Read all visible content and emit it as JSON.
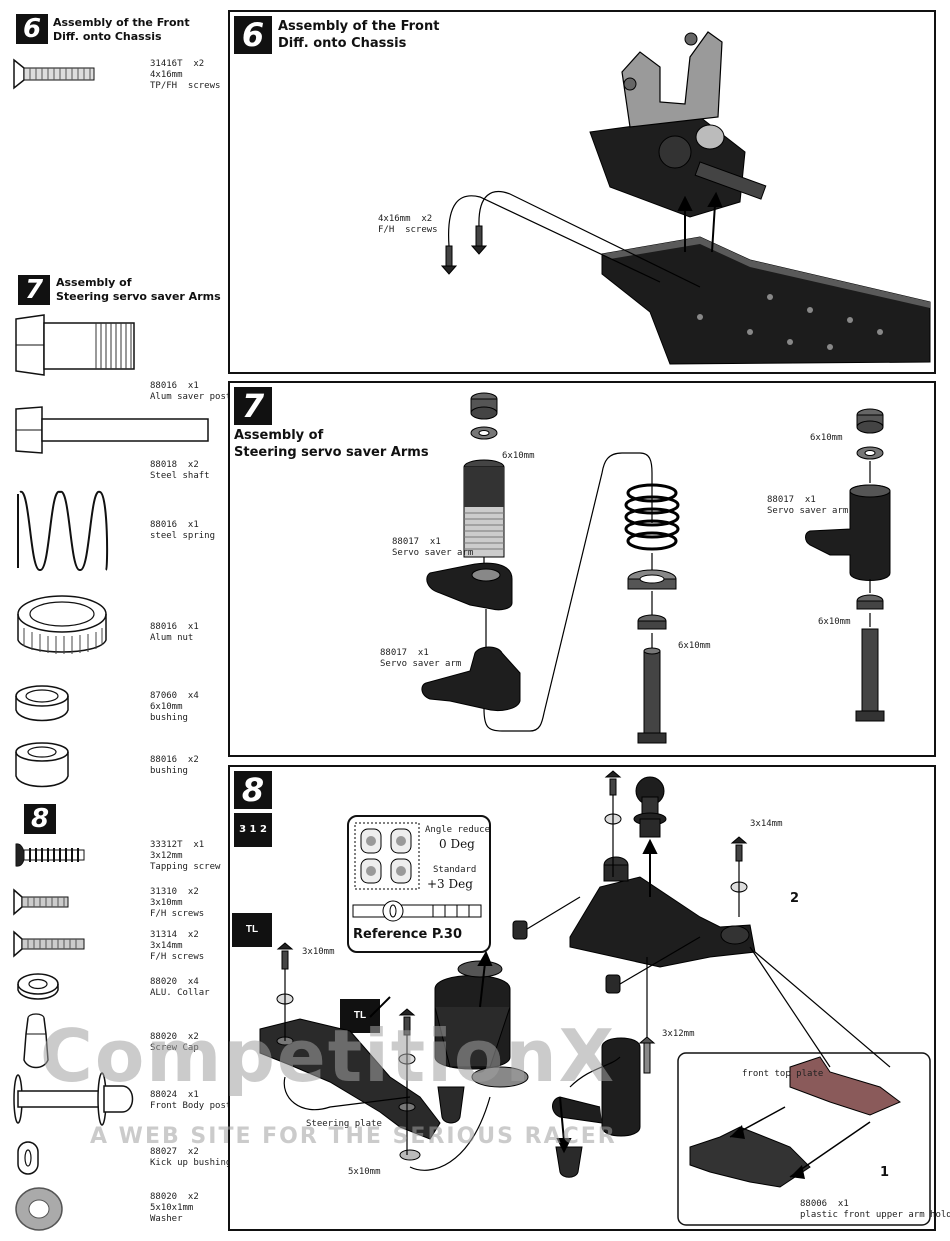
{
  "sidebar": {
    "step6": {
      "number": "6",
      "title_line1": "Assembly of the Front",
      "title_line2": "Diff. onto Chassis",
      "parts": [
        {
          "code": "31416T  x2",
          "desc1": "4x16mm",
          "desc2": "TP/FH  screws"
        }
      ]
    },
    "step7": {
      "number": "7",
      "title_line1": "Assembly of",
      "title_line2": "Steering servo saver Arms",
      "parts": [
        {
          "code": "88016  x1",
          "desc1": "Alum saver post"
        },
        {
          "code": "88018  x2",
          "desc1": "Steel shaft"
        },
        {
          "code": "88016  x1",
          "desc1": "steel spring"
        },
        {
          "code": "88016  x1",
          "desc1": "Alum nut"
        },
        {
          "code": "87060  x4",
          "desc1": "6x10mm",
          "desc2": "bushing"
        },
        {
          "code": "88016  x2",
          "desc1": "bushing"
        }
      ]
    },
    "step8": {
      "number": "8",
      "parts": [
        {
          "code": "33312T  x1",
          "desc1": "3x12mm",
          "desc2": "Tapping screw"
        },
        {
          "code": "31310  x2",
          "desc1": "3x10mm",
          "desc2": "F/H screws"
        },
        {
          "code": "31314  x2",
          "desc1": "3x14mm",
          "desc2": "F/H screws"
        },
        {
          "code": "88020  x4",
          "desc1": "ALU. Collar"
        },
        {
          "code": "88020  x2",
          "desc1": "Screw Cap"
        },
        {
          "code": "88024  x1",
          "desc1": "Front Body post"
        },
        {
          "code": "88027  x2",
          "desc1": "Kick up bushing"
        },
        {
          "code": "88020  x2",
          "desc1": "5x10x1mm",
          "desc2": "Washer"
        }
      ]
    }
  },
  "panel6": {
    "number": "6",
    "title_line1": "Assembly of the Front",
    "title_line2": "Diff. onto Chassis",
    "screw_label1": "4x16mm  x2",
    "screw_label2": "F/H  screws"
  },
  "panel7": {
    "number": "7",
    "title_line1": "Assembly of",
    "title_line2": "Steering servo saver Arms",
    "label_6x10_a": "6x10mm",
    "label_arm_a1": "88017  x1",
    "label_arm_a2": "Servo saver arm",
    "label_arm_b1": "88017  x1",
    "label_arm_b2": "Servo saver arm",
    "label_6x10_b": "6x10mm",
    "label_6x10_c": "6x10mm",
    "label_arm_c1": "88017  x1",
    "label_arm_c2": "Servo saver arm",
    "label_6x10_d": "6x10mm"
  },
  "panel8": {
    "number": "8",
    "order_badge": "3 1 2",
    "ref_angle1": "Angle reduce",
    "ref_angle2": "0 Deg",
    "ref_std1": "Standard",
    "ref_std2": "+3 Deg",
    "ref_title": "Reference  P.30",
    "tl_badge": "TL",
    "label_3x10": "3x10mm",
    "label_3x14": "3x14mm",
    "label_3x12": "3x12mm",
    "label_steering": "Steering plate",
    "label_5x10": "5x10mm",
    "label_two": "2",
    "label_one": "1",
    "label_front_top": "front top plate",
    "label_holder1": "88006  x1",
    "label_holder2": "plastic front upper arm holder"
  },
  "watermark": {
    "line1": "CompetitionX",
    "line2": "A WEB SITE    FOR THE SERIOUS RACER"
  },
  "colors": {
    "ink": "#111111",
    "part_dark": "#2a2a2a",
    "metal": "#bdbdbd",
    "watermark_red": "#b83a3a"
  }
}
